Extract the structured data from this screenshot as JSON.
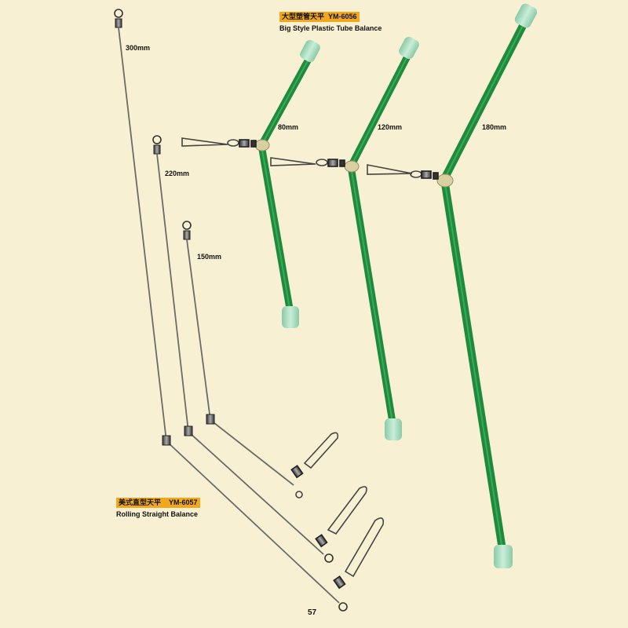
{
  "products": {
    "plastic_tube_balance": {
      "chinese_name": "大型塑管天平",
      "model": "YM-6056",
      "english_name": "Big Style Plastic Tube Balance",
      "arm_lengths": [
        "80mm",
        "120mm",
        "180mm"
      ],
      "tube_color": "#1e8a3c",
      "tip_color": "#a9dcc0"
    },
    "straight_balance": {
      "chinese_name": "美式直型天平",
      "model": "YM-6057",
      "english_name": "Rolling Straight Balance",
      "wire_lengths": [
        "300mm",
        "220mm",
        "150mm"
      ],
      "wire_color": "#6b6b6b"
    }
  },
  "page": {
    "number": "57",
    "background": "#f7f0d2",
    "label_highlight": "#f2a81c"
  }
}
